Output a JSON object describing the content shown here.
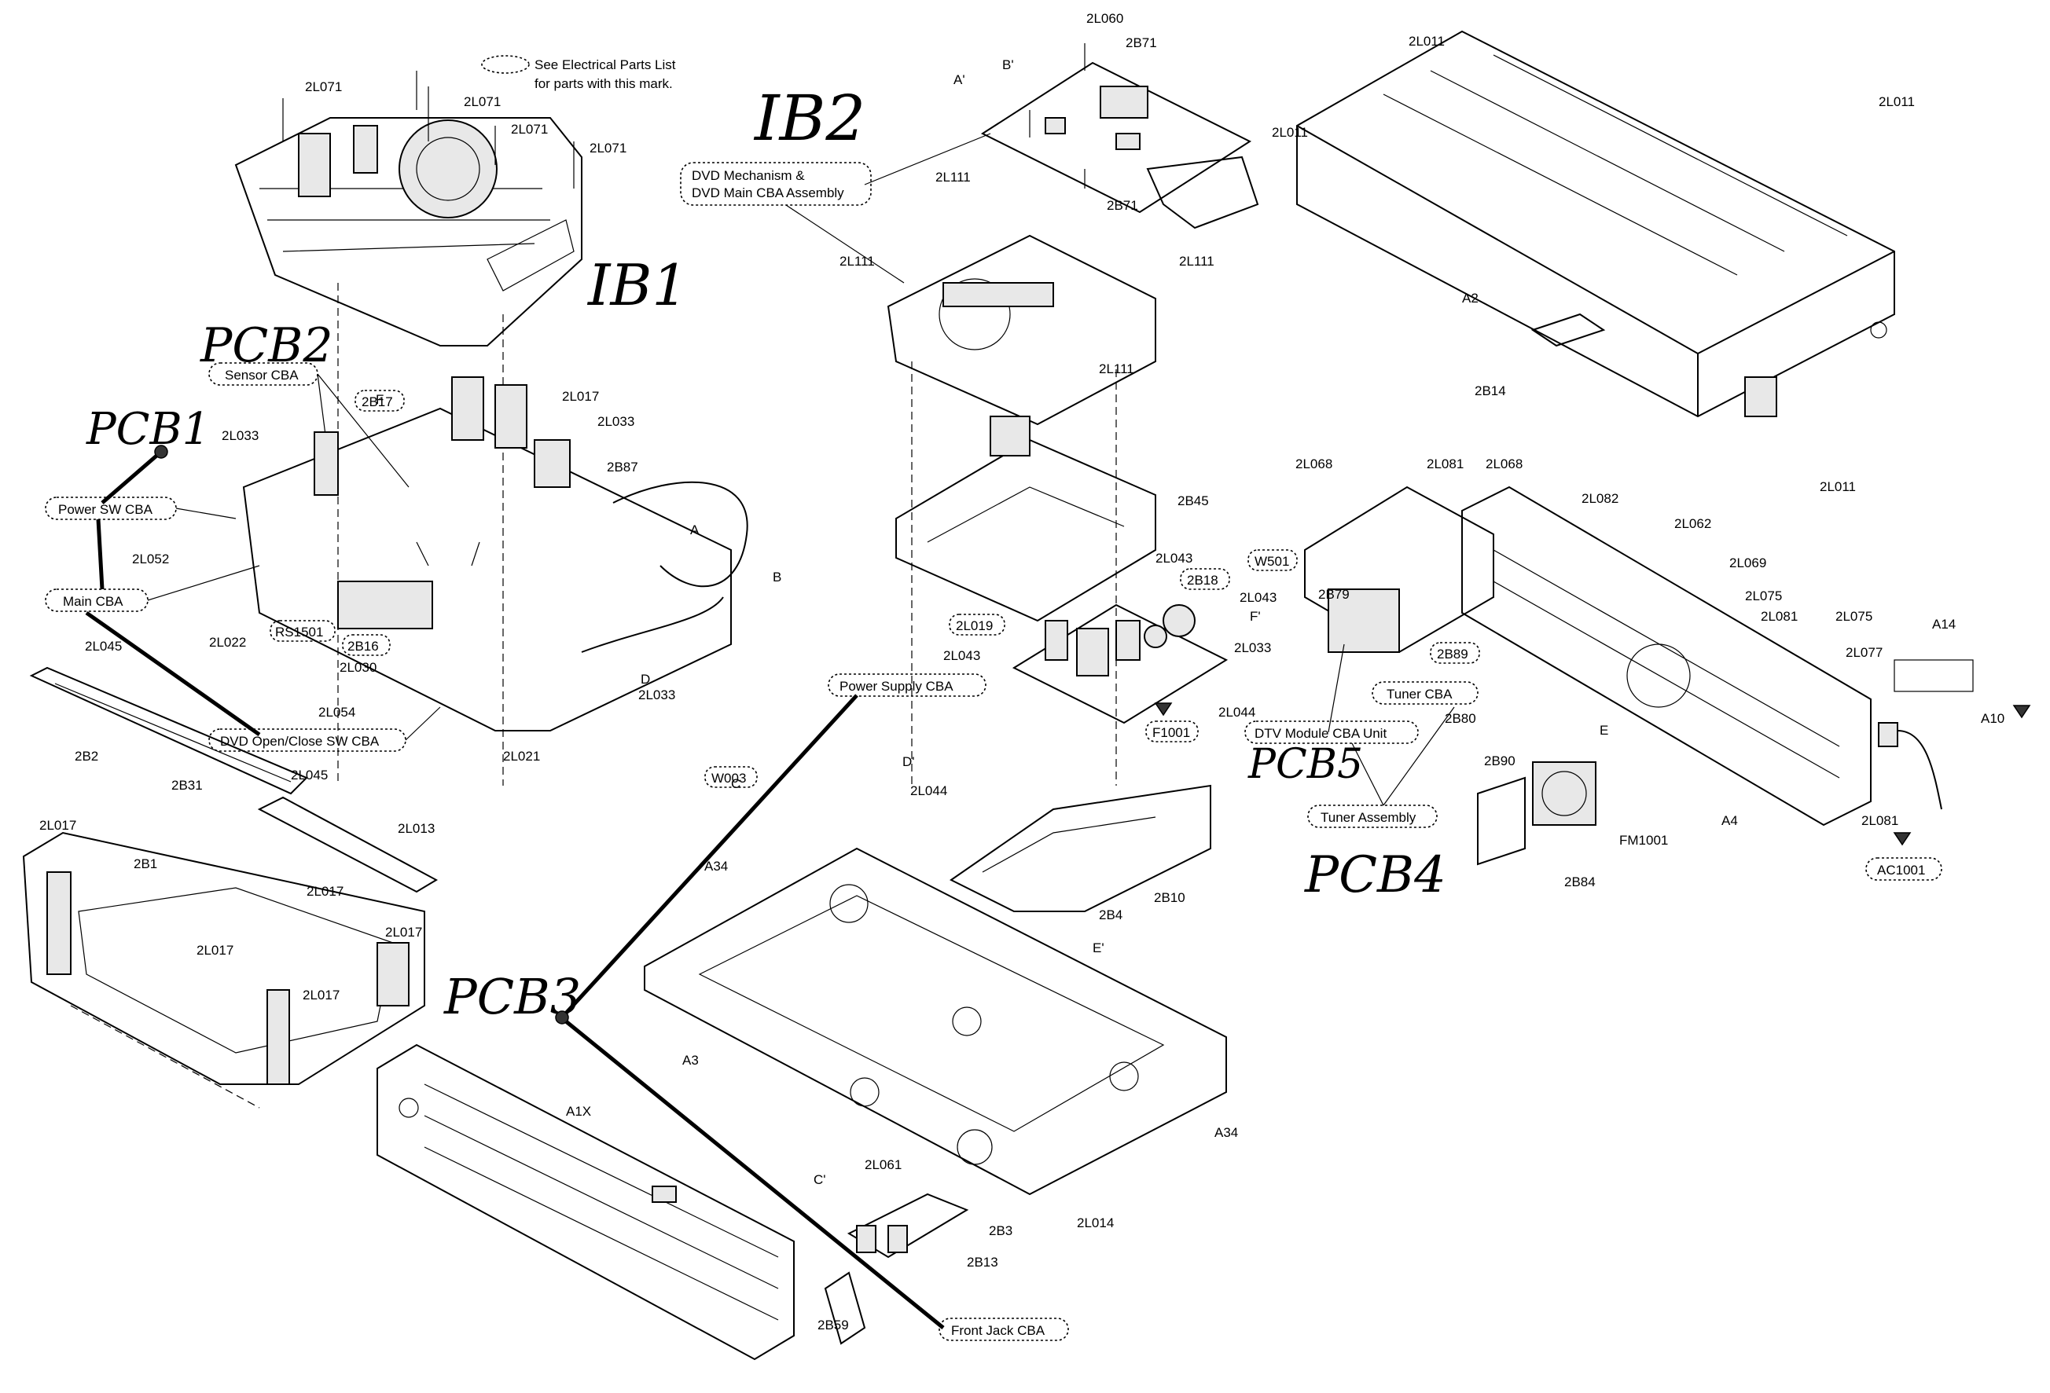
{
  "legend_note": [
    "See Electrical Parts List",
    "for parts with this mark."
  ],
  "handwritten": {
    "pcb1": "PCB1",
    "pcb2": "PCB2",
    "pcb3": "PCB3",
    "pcb4": "PCB4",
    "pcb5": "PCB5",
    "ib1": "IB1",
    "ib2": "IB2"
  },
  "boxed_labels": {
    "sensor_cba": "Sensor CBA",
    "power_sw_cba": "Power SW CBA",
    "main_cba": "Main CBA",
    "dvd_open_close": "DVD Open/Close SW CBA",
    "dvd_mech_1": "DVD Mechanism &",
    "dvd_mech_2": "DVD Main CBA Assembly",
    "power_supply_cba": "Power Supply CBA",
    "front_jack_cba": "Front Jack CBA",
    "tuner_cba": "Tuner CBA",
    "dtv_module": "DTV Module CBA Unit",
    "tuner_assembly": "Tuner Assembly",
    "ac1001": "AC1001",
    "f1001": "F1001",
    "rs1501": "RS1501",
    "b2b16": "2B16",
    "b2b17": "2B17",
    "l2l019": "2L019",
    "b2b18": "2B18",
    "w501": "W501",
    "b2b89": "2B89",
    "w003": "W003"
  },
  "part_labels": {
    "l071a": "2L071",
    "l071b": "2L071",
    "l071c": "2L071",
    "l071d": "2L071",
    "l017a": "2L017",
    "l033a": "2L033",
    "b87": "2B87",
    "l033b": "2L033",
    "l052": "2L052",
    "l022": "2L022",
    "l030": "2L030",
    "l033c": "2L033",
    "l054": "2L054",
    "l021": "2L021",
    "l045a": "2L045",
    "b2": "2B2",
    "b31": "2B31",
    "l045b": "2L045",
    "l013": "2L013",
    "l017b": "2L017",
    "b1": "2B1",
    "l017c": "2L017",
    "l017d": "2L017",
    "l017e": "2L017",
    "l017f": "2L017",
    "ltr_f": "F",
    "ltr_a": "A",
    "ltr_b": "B",
    "ltr_c": "C",
    "ltr_d": "D",
    "l060": "2L060",
    "b71a": "2B71",
    "ltr_bp": "B'",
    "ltr_ap": "A'",
    "l111a": "2L111",
    "b71b": "2B71",
    "l111b": "2L111",
    "l111c": "2L111",
    "l111d": "2L111",
    "b45": "2B45",
    "l043a": "2L043",
    "l043b": "2L043",
    "l043c": "2L043",
    "b79": "2B79",
    "ltr_fp": "F'",
    "l033d": "2L033",
    "l044a": "2L044",
    "ltr_dp": "D'",
    "l044b": "2L044",
    "b10": "2B10",
    "b4": "2B4",
    "ltr_ep": "E'",
    "a34a": "A34",
    "a3": "A3",
    "a34b": "A34",
    "a1x": "A1X",
    "l061": "2L061",
    "ltr_cp": "C'",
    "b3": "2B3",
    "l014": "2L014",
    "b13": "2B13",
    "b59": "2B59",
    "l011a": "2L011",
    "l011b": "2L011",
    "l011c": "2L011",
    "l011d": "2L011",
    "a2": "A2",
    "b14": "2B14",
    "l068a": "2L068",
    "l081a": "2L081",
    "l068b": "2L068",
    "l082": "2L082",
    "l062": "2L062",
    "l069": "2L069",
    "l075a": "2L075",
    "l081b": "2L081",
    "l075b": "2L075",
    "a14": "A14",
    "l077": "2L077",
    "a10": "A10",
    "b80": "2B80",
    "ltr_e": "E",
    "b90": "2B90",
    "fm1001": "FM1001",
    "b84": "2B84",
    "a4": "A4",
    "l081c": "2L081"
  },
  "colors": {
    "ink": "#000000",
    "paper": "#ffffff"
  }
}
